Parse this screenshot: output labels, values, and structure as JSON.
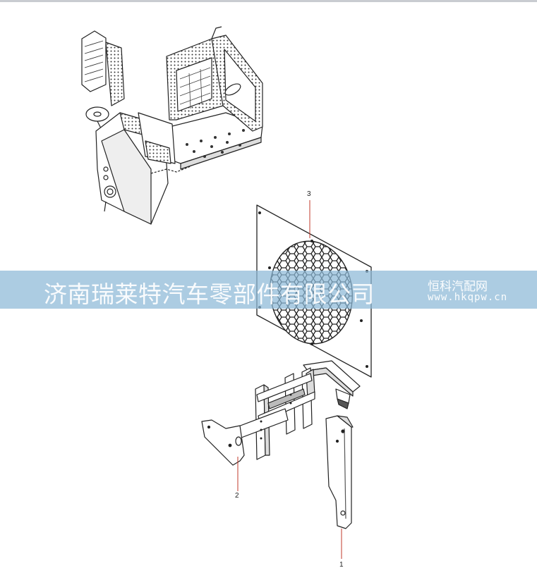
{
  "callouts": {
    "label_1": "1",
    "label_2": "2",
    "label_3": "3"
  },
  "watermark": {
    "company": "济南瑞莱特汽车零部件有限公司",
    "site_name": "恒科汽配网",
    "site_url": "www.hkqpw.cn"
  },
  "colors": {
    "line": "#222222",
    "leader": "#c0392b",
    "banner": "#8cb9d7"
  }
}
